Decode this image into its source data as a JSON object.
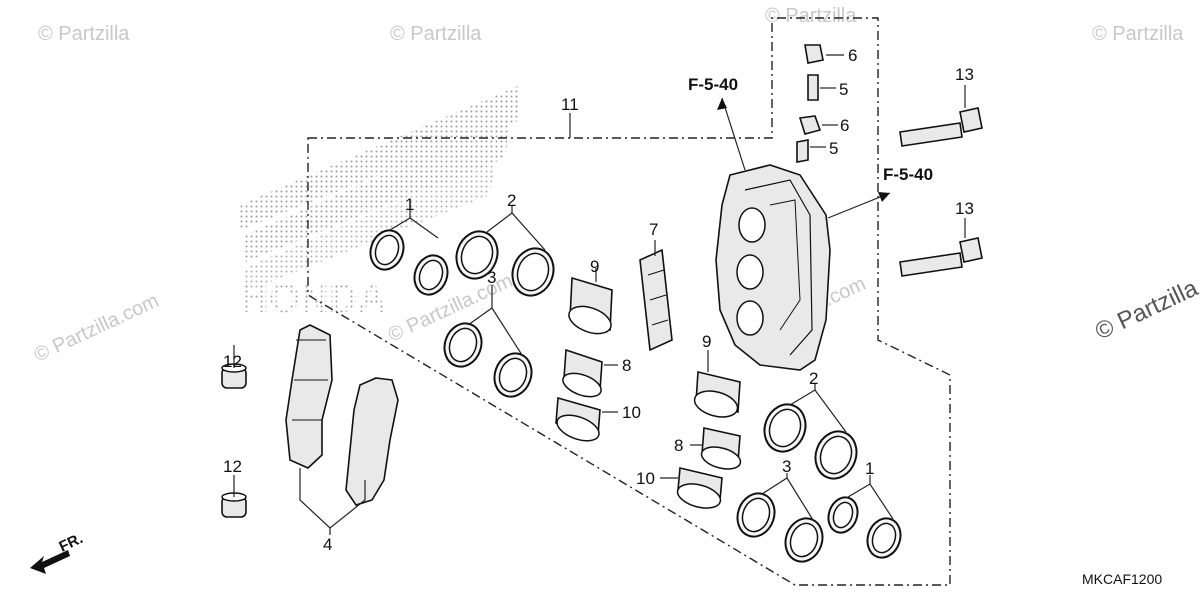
{
  "diagram_code": "MKCAF1200",
  "watermark": "© Partzilla",
  "watermark_site": "© Partzilla.com",
  "front_indicator": "FR.",
  "ref_labels": [
    "F-5-40",
    "F-5-40"
  ],
  "callouts": {
    "c1a": "1",
    "c1b": "1",
    "c2a": "2",
    "c2b": "2",
    "c3a": "3",
    "c3b": "3",
    "c4": "4",
    "c5a": "5",
    "c5b": "5",
    "c6a": "6",
    "c6b": "6",
    "c7": "7",
    "c8a": "8",
    "c8b": "8",
    "c9a": "9",
    "c9b": "9",
    "c10a": "10",
    "c10b": "10",
    "c11": "11",
    "c12a": "12",
    "c12b": "12",
    "c13a": "13",
    "c13b": "13"
  }
}
